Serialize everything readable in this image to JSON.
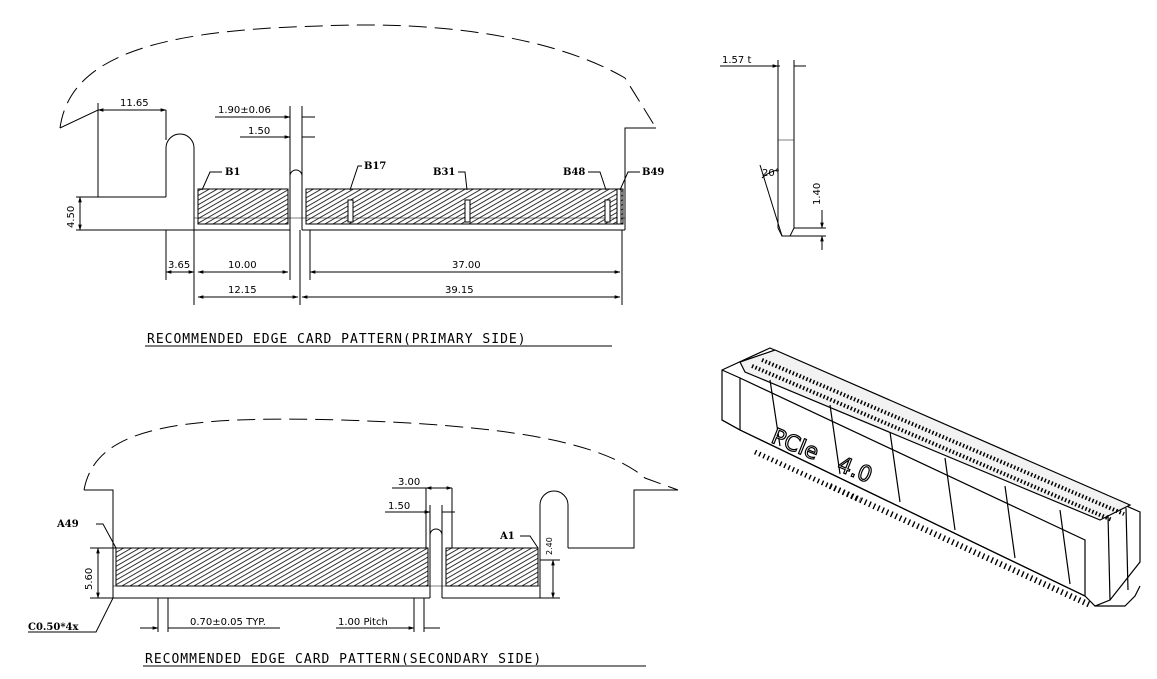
{
  "primary": {
    "caption": "RECOMMENDED EDGE CARD PATTERN(PRIMARY SIDE)",
    "dims": {
      "d1": "11.65",
      "d2": "1.90±0.06",
      "d3": "1.50",
      "d4": "4.50",
      "d5": "3.65",
      "d6": "10.00",
      "d7": "37.00",
      "d8": "12.15",
      "d9": "39.15"
    },
    "pins": {
      "p1": "B1",
      "p2": "B17",
      "p3": "B31",
      "p4": "B48",
      "p5": "B49"
    }
  },
  "secondary": {
    "caption": "RECOMMENDED EDGE CARD PATTERN(SECONDARY SIDE)",
    "dims": {
      "d1": "3.00",
      "d2": "1.50",
      "d3": "5.60",
      "d4": "2.40",
      "d5": "0.70±0.05 TYP.",
      "d6": "1.00 Pitch",
      "d7": "C0.50*4x"
    },
    "pins": {
      "p1": "A49",
      "p2": "A1"
    }
  },
  "side_view": {
    "d1": "1.57 t",
    "d2": "20°",
    "d3": "1.40"
  },
  "connector": {
    "marking1": "PCIe",
    "marking2": "4.0"
  }
}
